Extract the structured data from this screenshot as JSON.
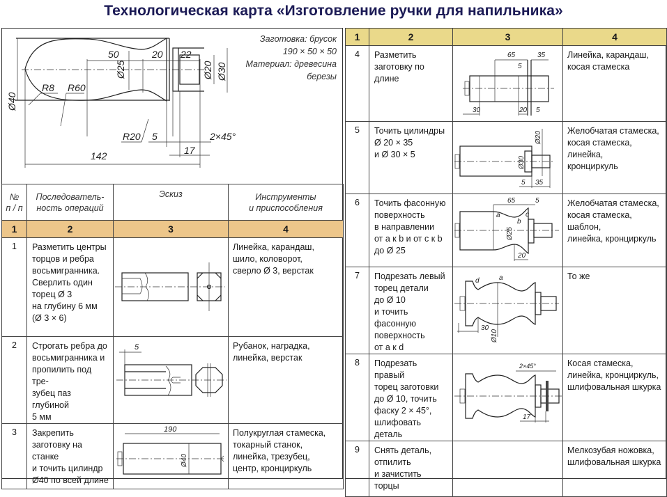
{
  "page_title": "Технологическая карта  «Изготовление ручки для напильника»",
  "blank_spec": {
    "line1": "Заготовка: брусок",
    "line2": "190 × 50 × 50",
    "line3": "Материал: древесина",
    "line4": "березы"
  },
  "main_drawing": {
    "dim_50": "50",
    "dim_20": "20",
    "dim_22": "22",
    "dim_d40": "Ø40",
    "dim_r8": "R8",
    "dim_r60": "R60",
    "dim_d25": "Ø25",
    "dim_d20": "Ø20",
    "dim_d30": "Ø30",
    "dim_r20": "R20",
    "dim_5": "5",
    "dim_chamfer": "2×45°",
    "dim_17": "17",
    "dim_142": "142"
  },
  "table_headers": {
    "col1": "№ п / п",
    "col1_line1": "№",
    "col1_line2": "п / п",
    "col2_line1": "Последователь-",
    "col2_line2": "ность операций",
    "col3": "Эскиз",
    "col4_line1": "Инструменты",
    "col4_line2": "и приспособления"
  },
  "column_numbers": [
    "1",
    "2",
    "3",
    "4"
  ],
  "operations": [
    {
      "num": "1",
      "lines": [
        "Разметить центры",
        "торцов и ребра",
        "восьмигранника.",
        "Сверлить один",
        "торец Ø 3",
        "на глубину 6 мм",
        "(Ø 3 × 6)"
      ],
      "tools": [
        "Линейка, карандаш,",
        "шило, коловорот,",
        "сверло Ø 3, верстак"
      ]
    },
    {
      "num": "2",
      "lines": [
        "Строгать ребра до",
        "восьмигранника и",
        "пропилить под тре-",
        "зубец паз глубиной",
        "5 мм"
      ],
      "tools": [
        "Рубанок, наградка,",
        "линейка, верстак"
      ],
      "sketch_dims": {
        "d5": "5"
      }
    },
    {
      "num": "3",
      "lines": [
        "Закрепить",
        "заготовку на станке",
        "и точить цилиндр",
        "Ø40 по всей длине"
      ],
      "tools": [
        "Полукруглая стамеска,",
        "токарный станок,",
        "линейка, трезубец,",
        "центр, кронциркуль"
      ],
      "sketch_dims": {
        "d190": "190",
        "d40": "Ø40"
      }
    },
    {
      "num": "4",
      "lines": [
        "Разметить",
        "заготовку по длине"
      ],
      "tools": [
        "Линейка, карандаш,",
        "косая стамеска"
      ],
      "sketch_dims": {
        "d65": "65",
        "d35": "35",
        "d5a": "5",
        "d30": "30",
        "d20": "20",
        "d5b": "5"
      }
    },
    {
      "num": "5",
      "lines": [
        "Точить цилиндры",
        "Ø 20 × 35",
        "и Ø 30 × 5"
      ],
      "tools": [
        "Желобчатая стамеска,",
        "косая стамеска, линейка,",
        "кронциркуль"
      ],
      "sketch_dims": {
        "d20": "Ø20",
        "d30": "Ø30",
        "d5": "5",
        "d35": "35"
      }
    },
    {
      "num": "6",
      "lines": [
        "Точить фасонную",
        "поверхность",
        "в направлении",
        "от а к b и от с к b",
        "до Ø 25"
      ],
      "tools": [
        "Желобчатая стамеска,",
        "косая стамеска, шаблон,",
        "линейка, кронциркуль"
      ],
      "sketch_dims": {
        "d65": "65",
        "d5": "5",
        "d25": "Ø25",
        "d20": "20",
        "a": "a",
        "b": "b",
        "c": "c"
      }
    },
    {
      "num": "7",
      "lines": [
        "Подрезать левый",
        "торец детали",
        "до Ø 10",
        "и точить фасонную",
        "поверхность",
        "от а к d"
      ],
      "tools": [
        "То же"
      ],
      "sketch_dims": {
        "d30": "30",
        "d10": "Ø10",
        "a": "a",
        "d": "d"
      }
    },
    {
      "num": "8",
      "lines": [
        "Подрезать правый",
        "торец заготовки",
        "до Ø 10, точить",
        "фаску 2 × 45°,",
        "шлифовать деталь"
      ],
      "tools": [
        "Косая стамеска,",
        "линейка, кронциркуль,",
        "шлифовальная шкурка"
      ],
      "sketch_dims": {
        "chamfer": "2×45°",
        "d17": "17"
      }
    },
    {
      "num": "9",
      "lines": [
        "Снять деталь,",
        "отпилить",
        "и зачистить торцы"
      ],
      "tools": [
        "Мелкозубая ножовка,",
        "шлифовальная шкурка"
      ]
    }
  ],
  "colors": {
    "title": "#1b1a55",
    "left_header_band": "#edc68a",
    "right_header_band": "#ead98a"
  }
}
